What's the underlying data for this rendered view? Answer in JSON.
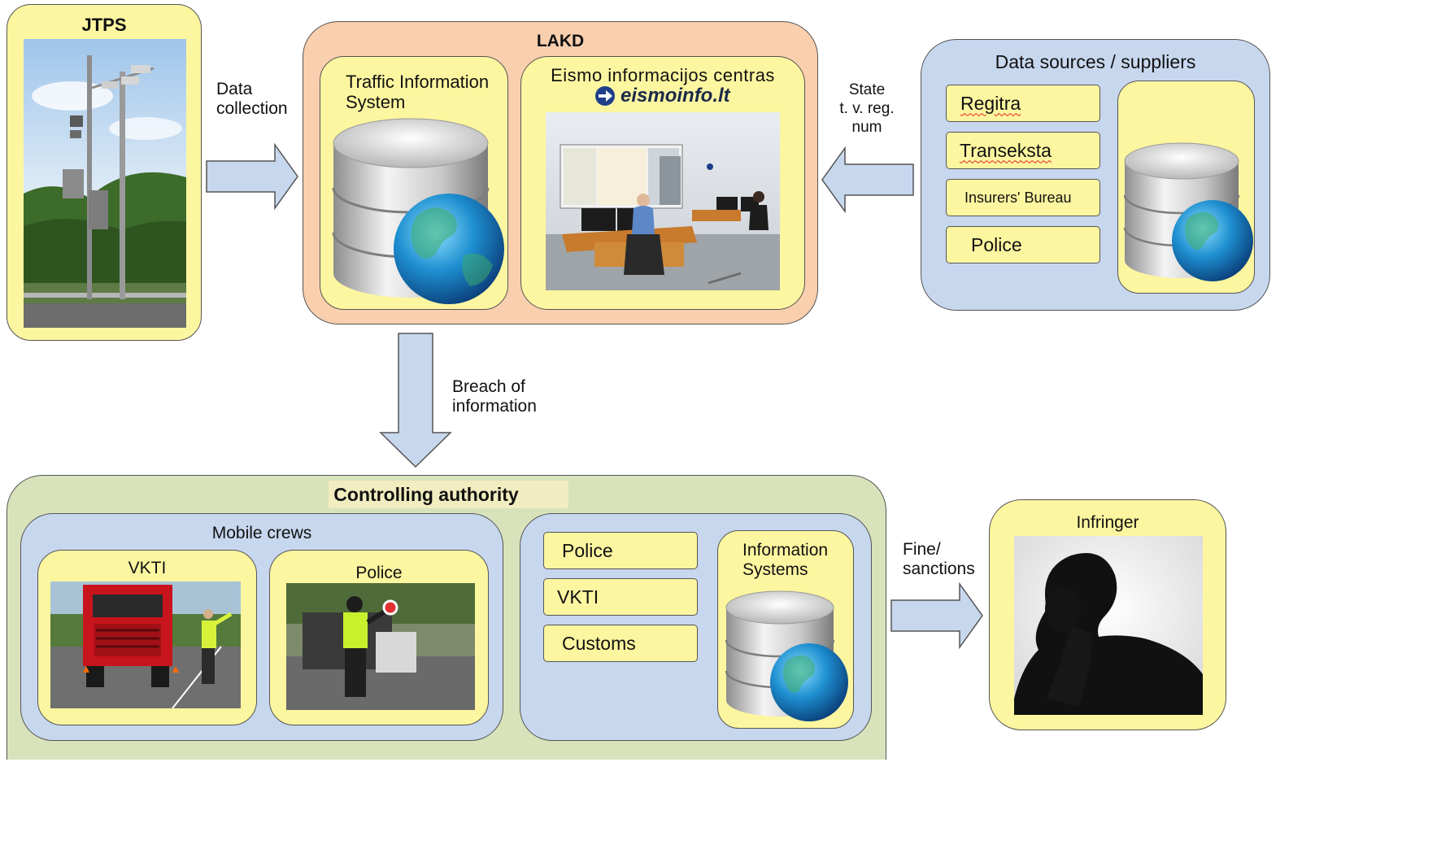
{
  "jtps": {
    "title": "JTPS"
  },
  "arrows": {
    "data_collection": "Data\ncollection",
    "state_reg": "State\nt. v. reg.\nnum",
    "breach": "Breach of\ninformation",
    "fine": "Fine/\nsanctions"
  },
  "lakd": {
    "title": "LAKD",
    "tis_label": "Traffic Information\nSystem",
    "eic_label": "Eismo informacijos centras",
    "eic_logo": "eismoinfo.lt"
  },
  "sources": {
    "title": "Data sources / suppliers",
    "items": [
      "Regitra",
      "Transeksta",
      "Insurers' Bureau",
      "Police"
    ]
  },
  "authority": {
    "title": "Controlling authority",
    "mobile_title": "Mobile crews",
    "vkti_label": "VKTI",
    "police_label": "Police",
    "agencies": [
      "Police",
      "VKTI",
      "Customs"
    ],
    "info_systems": "Information\nSystems"
  },
  "infringer": {
    "title": "Infringer"
  },
  "colors": {
    "yellow": "#fdf6a0",
    "blue": "#c7d7ee",
    "salmon": "#f9cfae",
    "green": "#d8e3bc",
    "arrow": "#c7d7ee"
  }
}
